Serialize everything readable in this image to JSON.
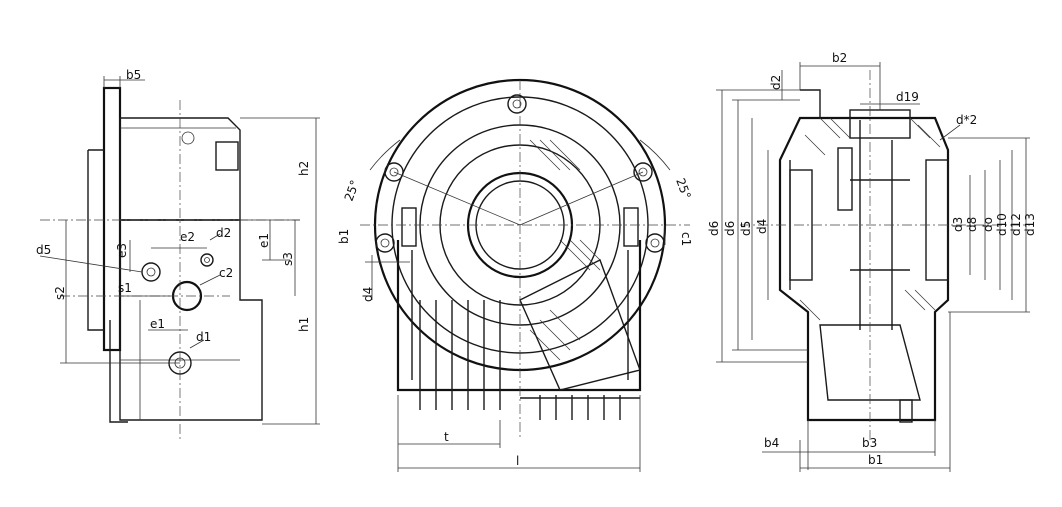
{
  "labels": {
    "side_left": {
      "b5": "b5",
      "h2": "h2",
      "e3": "e3",
      "e2": "e2",
      "d2": "d2",
      "e1_right": "e1",
      "s3": "s3",
      "d5": "d5",
      "s2": "s2",
      "s1": "s1",
      "c2": "c2",
      "h1": "h1",
      "e1_bottom": "e1",
      "d1": "d1"
    },
    "front": {
      "angle_left": "25°",
      "angle_right": "25°",
      "b1": "b1",
      "d4": "d4",
      "c1": "c1",
      "t": "t",
      "l": "l"
    },
    "side_right": {
      "b2": "b2",
      "d2": "d2",
      "d19": "d19",
      "dstar": "d*2",
      "d6a": "d6",
      "d6b": "d6",
      "d5": "d5",
      "d4": "d4",
      "d3": "d3",
      "d8": "d8",
      "do": "do",
      "d10": "d10",
      "d12": "d12",
      "d13": "d13",
      "b4": "b4",
      "b3": "b3",
      "b1": "b1"
    }
  }
}
